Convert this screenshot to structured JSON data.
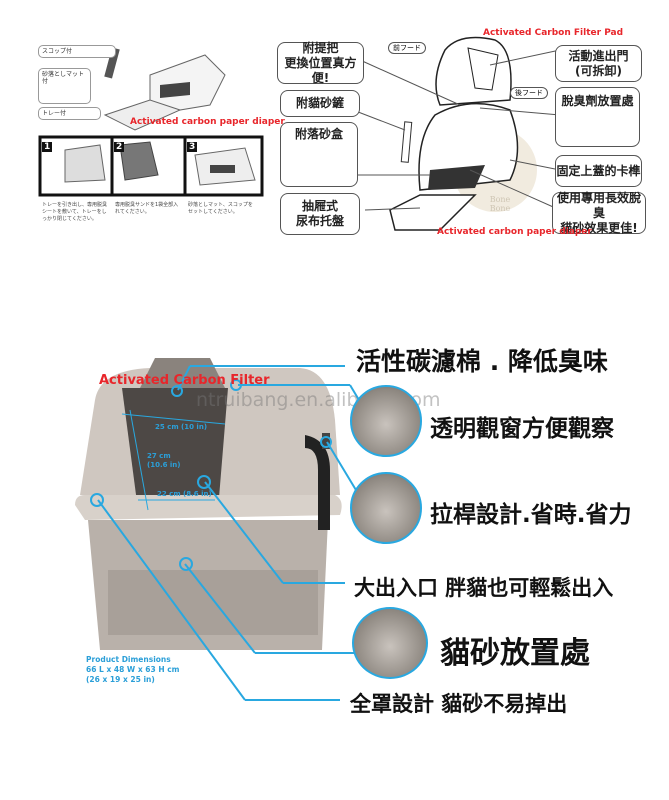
{
  "top_left": {
    "callouts": [
      "スコップ付",
      "砂落としマット付",
      "トレー付"
    ],
    "steps": [
      {
        "num": "1",
        "caption": "トレーを引き出し、専用脱臭シートを敷いて、トレーをしっかり閉じてください。"
      },
      {
        "num": "2",
        "caption": "専用脱臭サンドを1袋全部入れてください。"
      },
      {
        "num": "3",
        "caption": "砂落としマット、スコップをセットしてください。"
      }
    ],
    "label_red": "Activated carbon paper diaper"
  },
  "top_right": {
    "label_filter_pad": "Activated Carbon Filter Pad",
    "label_paper_diaper": "Activated carbon paper diaper",
    "tag_front": "前フード",
    "tag_back": "後フード",
    "left_boxes": [
      "附提把\n更換位置真方便!",
      "附貓砂鏟",
      "附落砂盒",
      "抽屜式\n尿布托盤"
    ],
    "right_boxes": [
      "活動進出門\n(可拆卸)",
      "脫臭劑放置處",
      "固定上蓋的卡榫",
      "使用專用長效脫臭\n貓砂效果更佳!"
    ],
    "watermark": "Bone Bone"
  },
  "bottom": {
    "label_filter": "Activated Carbon Filter",
    "watermark": "ntruibang.en.alibaba.com",
    "measurements": [
      "25 cm (10 in)",
      "27 cm",
      "(10.6 in)",
      "22 cm (8.6 in)"
    ],
    "dimensions": [
      "Product Dimensions",
      "66 L x 48 W x 63 H cm",
      "(26 x 19 x 25 in)"
    ],
    "features": [
      "活性碳濾棉 . 降低臭味",
      "透明觀窗方便觀察",
      "拉桿設計.省時.省力",
      "大出入口 胖貓也可輕鬆出入",
      "貓砂放置處",
      "全罩設計 貓砂不易掉出"
    ],
    "accent_color": "#29a8e0"
  }
}
